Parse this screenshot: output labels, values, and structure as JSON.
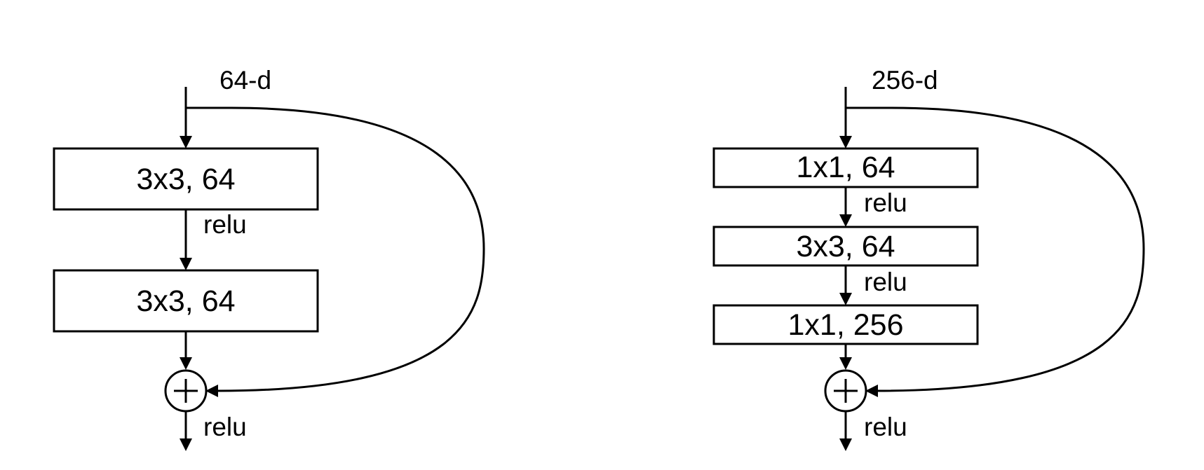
{
  "left_block": {
    "input_label": "64-d",
    "layers": [
      "3x3, 64",
      "3x3, 64"
    ],
    "activations": [
      "relu"
    ],
    "output_activation": "relu"
  },
  "right_block": {
    "input_label": "256-d",
    "layers": [
      "1x1, 64",
      "3x3, 64",
      "1x1, 256"
    ],
    "activations": [
      "relu",
      "relu"
    ],
    "output_activation": "relu"
  },
  "colors": {
    "stroke": "#000000",
    "background": "#ffffff"
  }
}
